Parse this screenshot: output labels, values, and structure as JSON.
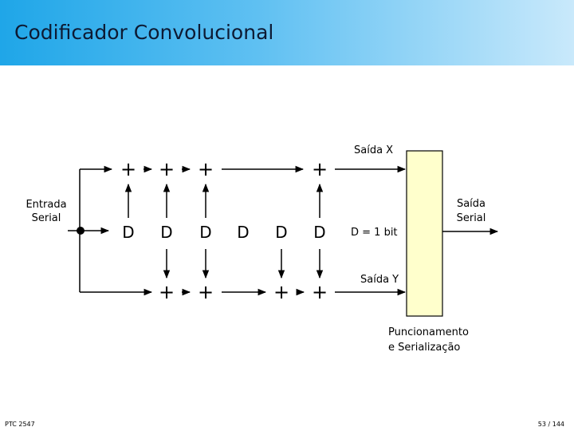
{
  "title": "Codificador Convolucional",
  "labels": {
    "input": [
      "Entrada",
      "Serial"
    ],
    "output_x": "Saída X",
    "output_y": "Saída Y",
    "output_serial": [
      "Saída",
      "Serial"
    ],
    "delay_note": "D = 1 bit",
    "puncturing": [
      "Puncionamento",
      "e Serialização"
    ]
  },
  "delay_symbol": "D",
  "adder_symbol": "+",
  "footer": {
    "left": "PTC 2547",
    "right": "53 / 144"
  },
  "colors": {
    "block_fill": "#ffffcc",
    "title_left": "#1fa6e8",
    "title_right": "#c9e9fb"
  }
}
